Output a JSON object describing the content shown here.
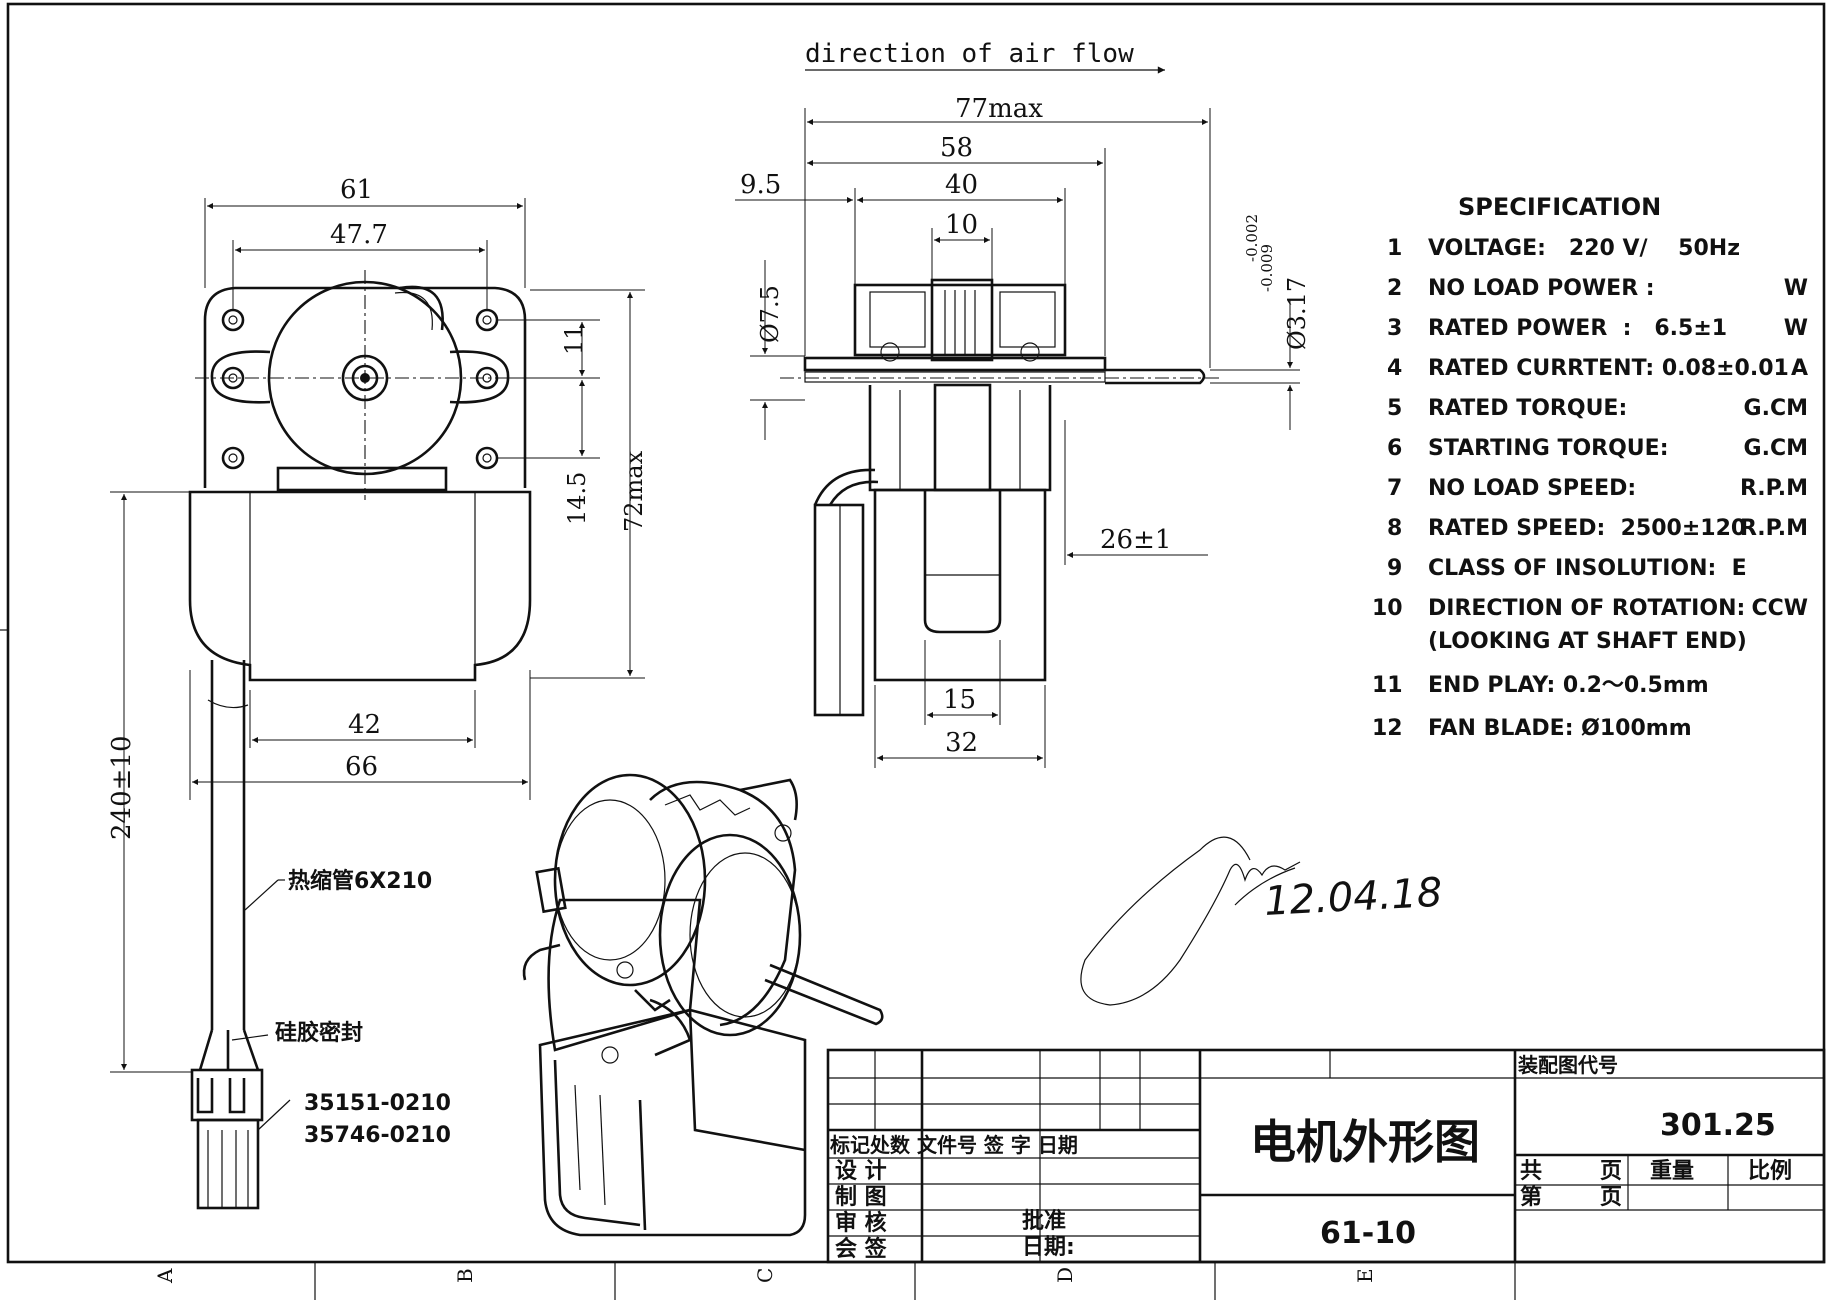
{
  "top_dims": {
    "airflow": "direction of air flow",
    "width_77": "77max",
    "width_58": "58",
    "width_40": "40",
    "width_9_5": "9.5",
    "width_10": "10",
    "dia_7_5": "Ø7.5",
    "dia_3_17": "Ø3.17",
    "tol_upper": "-0.002",
    "tol_lower": "-0.009",
    "len_26": "26±1",
    "width_15": "15",
    "width_32": "32"
  },
  "front_dims": {
    "width_61": "61",
    "width_47_7": "47.7",
    "h_11": "11",
    "h_14_5": "14.5",
    "h_72": "72max",
    "width_42": "42",
    "width_66": "66",
    "cable_240": "240±10"
  },
  "callouts": {
    "heat_shrink": "热缩管6X210",
    "silicone_seal": "硅胶密封",
    "part_a": "35151-0210",
    "part_b": "35746-0210"
  },
  "spec": {
    "title": "SPECIFICATION",
    "items": [
      {
        "n": "1",
        "label": "VOLTAGE:   220 V/    50Hz",
        "unit": ""
      },
      {
        "n": "2",
        "label": "NO LOAD POWER :",
        "unit": "W"
      },
      {
        "n": "3",
        "label": "RATED POWER  :   6.5±1",
        "unit": "W"
      },
      {
        "n": "4",
        "label": "RATED CURRTENT: 0.08±0.01",
        "unit": "A"
      },
      {
        "n": "5",
        "label": "RATED TORQUE:",
        "unit": "G.CM"
      },
      {
        "n": "6",
        "label": "STARTING TORQUE:",
        "unit": "G.CM"
      },
      {
        "n": "7",
        "label": "NO LOAD SPEED:",
        "unit": "R.P.M"
      },
      {
        "n": "8",
        "label": "RATED SPEED:  2500±120",
        "unit": "R.P.M"
      },
      {
        "n": "9",
        "label": "CLASS OF INSOLUTION:  E",
        "unit": ""
      },
      {
        "n": "10",
        "label": "DIRECTION OF ROTATION:",
        "unit": "CCW"
      },
      {
        "n": "",
        "label": "(LOOKING AT SHAFT END)",
        "unit": ""
      },
      {
        "n": "11",
        "label": "END PLAY: 0.2～0.5mm",
        "unit": ""
      },
      {
        "n": "12",
        "label": "FAN BLADE: Ø100mm",
        "unit": ""
      }
    ]
  },
  "signature_date": "12.04.18",
  "title_block": {
    "assembly_code_label": "装配图代号",
    "drawing_title": "电机外形图",
    "number": "301.25",
    "code": "61-10",
    "rev_header": "标记处数  文件号   签  字 日期",
    "design": "设 计",
    "draw": "制 图",
    "review": "审 核",
    "countersign": "会 签",
    "approve": "批准",
    "date": "日期:",
    "total": "共",
    "sheet": "第",
    "page1": "页",
    "page2": "页",
    "weight": "重量",
    "scale": "比例"
  },
  "zones": [
    "A",
    "B",
    "C",
    "D",
    "E"
  ]
}
